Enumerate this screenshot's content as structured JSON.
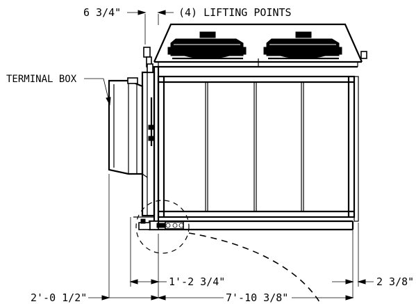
{
  "dimensions": {
    "top_offset": "6 3/4\"",
    "inner_offset": "1'-2 3/4\"",
    "right_offset": "2 3/8\"",
    "overall_left": "2'-0 1/2\"",
    "overall_width": "7'-10 3/8\""
  },
  "callouts": {
    "lifting_points": "(4) LIFTING POINTS",
    "terminal_box": "TERMINAL BOX"
  }
}
